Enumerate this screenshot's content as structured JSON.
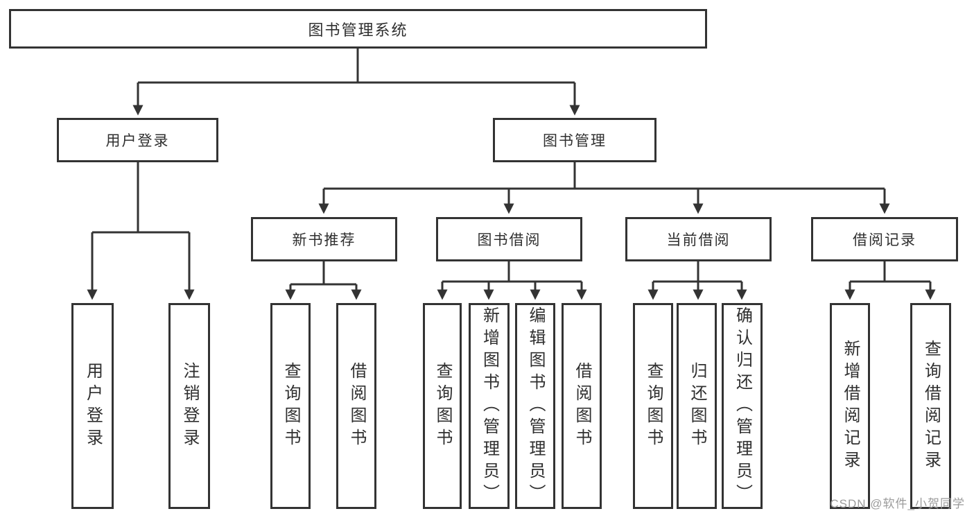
{
  "colors": {
    "line": "#333333",
    "box_border": "#333333",
    "text": "#2f2f2f",
    "watermark": "#9b9b9b",
    "background": "#ffffff"
  },
  "tree": {
    "root": {
      "label": "图书管理系统"
    },
    "children": [
      {
        "label": "用户登录",
        "children": [
          {
            "label": "用户登录"
          },
          {
            "label": "注销登录"
          }
        ]
      },
      {
        "label": "图书管理",
        "children": [
          {
            "label": "新书推荐",
            "children": [
              {
                "label": "查询图书"
              },
              {
                "label": "借阅图书"
              }
            ]
          },
          {
            "label": "图书借阅",
            "children": [
              {
                "label": "查询图书"
              },
              {
                "label": "新增图书（管理员）"
              },
              {
                "label": "编辑图书（管理员）"
              },
              {
                "label": "借阅图书"
              }
            ]
          },
          {
            "label": "当前借阅",
            "children": [
              {
                "label": "查询图书"
              },
              {
                "label": "归还图书"
              },
              {
                "label": "确认归还（管理员）"
              }
            ]
          },
          {
            "label": "借阅记录",
            "children": [
              {
                "label": "新增借阅记录"
              },
              {
                "label": "查询借阅记录"
              }
            ]
          }
        ]
      }
    ]
  },
  "watermark": {
    "text": "CSDN @软件_小贺同学"
  }
}
